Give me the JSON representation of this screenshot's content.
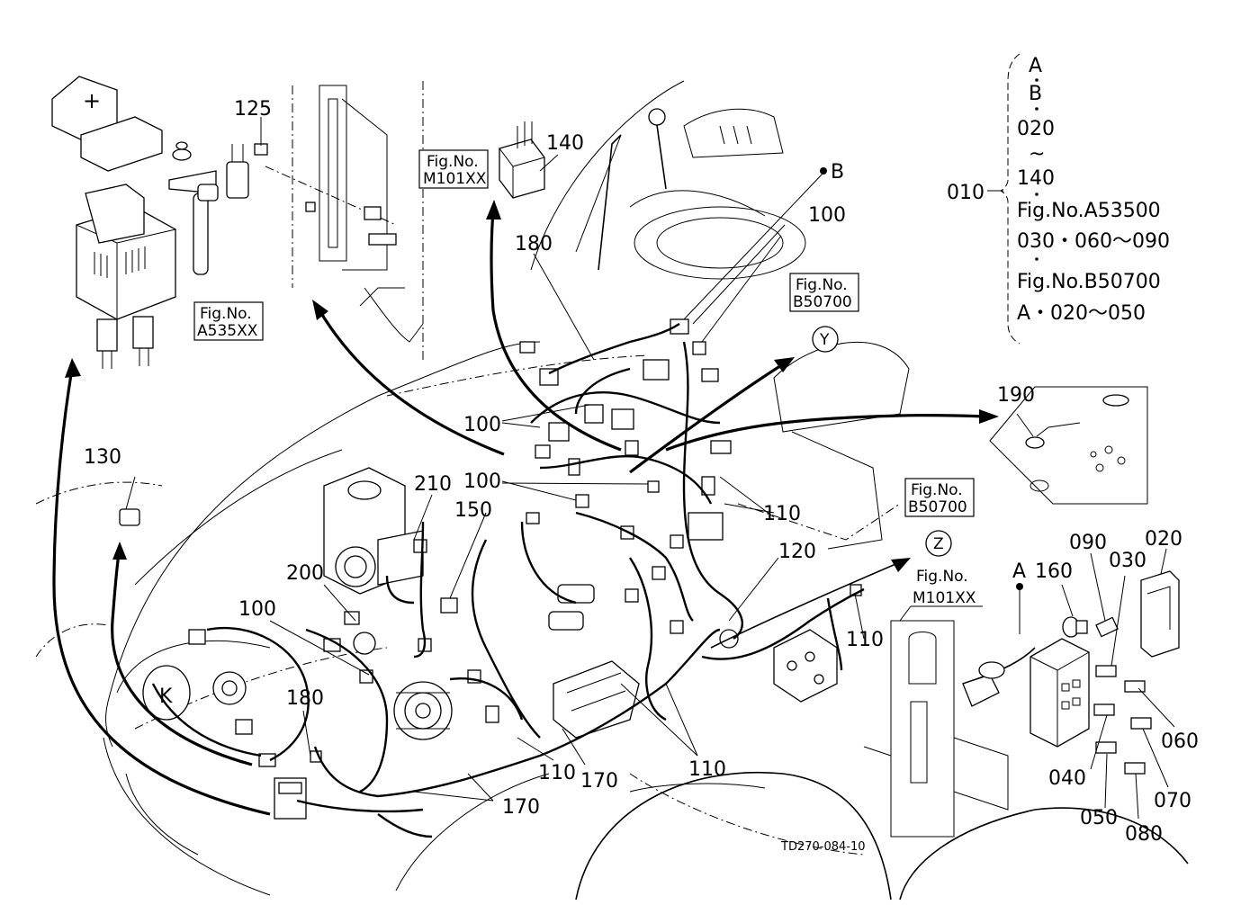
{
  "drawing_code": "TD270-084-10",
  "callouts": {
    "c125": "125",
    "c140": "140",
    "c180_top": "180",
    "c180_bottom": "180",
    "c100_right": "100",
    "c100_mid": "100",
    "c100_center": "100",
    "c100_left": "100",
    "c130": "130",
    "c210": "210",
    "c150": "150",
    "c200": "200",
    "c110_mid": "110",
    "c110_right": "110",
    "c110_bot_a": "110",
    "c110_bot_b": "110",
    "c120": "120",
    "c170_a": "170",
    "c170_b": "170",
    "c190": "190",
    "c160": "160",
    "c090": "090",
    "c030": "030",
    "c020": "020",
    "c060": "060",
    "c040": "040",
    "c070": "070",
    "c050": "050",
    "c080": "080",
    "c010": "010",
    "point_a": "A",
    "point_b": "B"
  },
  "fig_refs": {
    "m101_top": {
      "line1": "Fig.No.",
      "line2": "M101XX"
    },
    "a535": {
      "line1": "Fig.No.",
      "line2": "A535XX"
    },
    "b507_y": {
      "line1": "Fig.No.",
      "line2": "B50700",
      "view": "Y"
    },
    "b507_z": {
      "line1": "Fig.No.",
      "line2": "B50700",
      "view": "Z"
    },
    "m101_right": {
      "line1": "Fig.No.",
      "line2": "M101XX"
    }
  },
  "legend": {
    "lines": [
      "A",
      "B",
      "020",
      "~",
      "140",
      "Fig.No.A53500",
      "030・060～090",
      "Fig.No.B50700",
      "A・020～050"
    ]
  }
}
